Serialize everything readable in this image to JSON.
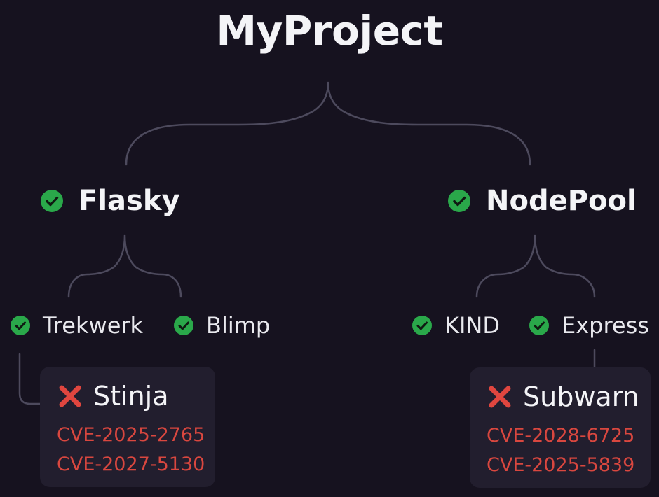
{
  "root": {
    "label": "MyProject"
  },
  "projects": [
    {
      "name": "Flasky",
      "status": "ok",
      "dependencies": [
        {
          "name": "Trekwerk",
          "status": "ok"
        },
        {
          "name": "Blimp",
          "status": "ok"
        }
      ]
    },
    {
      "name": "NodePool",
      "status": "ok",
      "dependencies": [
        {
          "name": "KIND",
          "status": "ok"
        },
        {
          "name": "Express",
          "status": "ok"
        }
      ]
    }
  ],
  "vulnerable_packages": [
    {
      "parent": "Trekwerk",
      "name": "Stinja",
      "status": "vulnerable",
      "cves": [
        "CVE-2025-2765",
        "CVE-2027-5130"
      ]
    },
    {
      "parent": "Express",
      "name": "Subwarn",
      "status": "vulnerable",
      "cves": [
        "CVE-2028-6725",
        "CVE-2025-5839"
      ]
    }
  ],
  "colors": {
    "background": "#16121f",
    "connector": "#4d4a5d",
    "ok": "#2aa84a",
    "vulnerable": "#e0463f",
    "cve_text": "#d9473f",
    "card": "#221e2e"
  }
}
